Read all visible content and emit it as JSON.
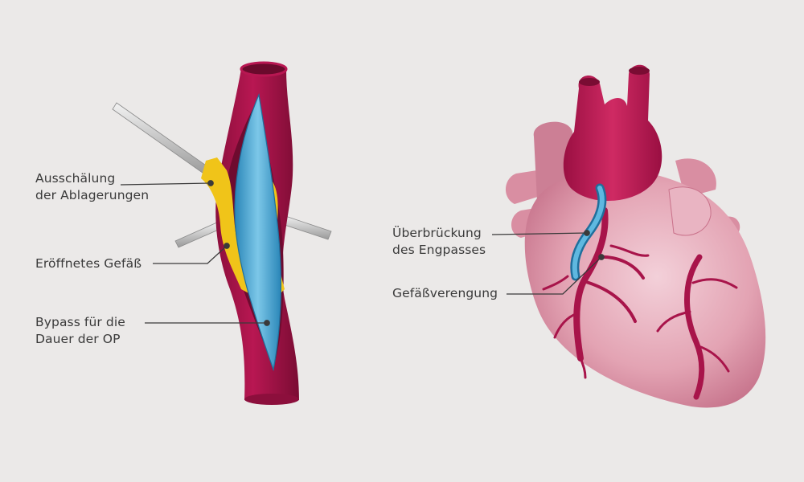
{
  "colors": {
    "background": "#ebe9e8",
    "vessel_wall": "#a8144a",
    "vessel_dark": "#7a0c33",
    "plaque": "#f0c419",
    "bypass_tube": "#3aa0cf",
    "heart": "#e3a3b3",
    "heart_shadow": "#c9718a",
    "aorta": "#b81752",
    "label_text": "#3a3a3a"
  },
  "vessel_diagram": {
    "labels": [
      {
        "id": "plaque-removal",
        "lines": [
          "Ausschälung",
          "der Ablagerungen"
        ]
      },
      {
        "id": "opened-vessel",
        "lines": [
          "Eröffnetes Gefäß"
        ]
      },
      {
        "id": "temporary-bypass",
        "lines": [
          "Bypass für die",
          "Dauer der OP"
        ]
      }
    ]
  },
  "heart_diagram": {
    "labels": [
      {
        "id": "bridging",
        "lines": [
          "Überbrückung",
          "des Engpasses"
        ]
      },
      {
        "id": "stenosis",
        "lines": [
          "Gefäßverengung"
        ]
      }
    ]
  }
}
